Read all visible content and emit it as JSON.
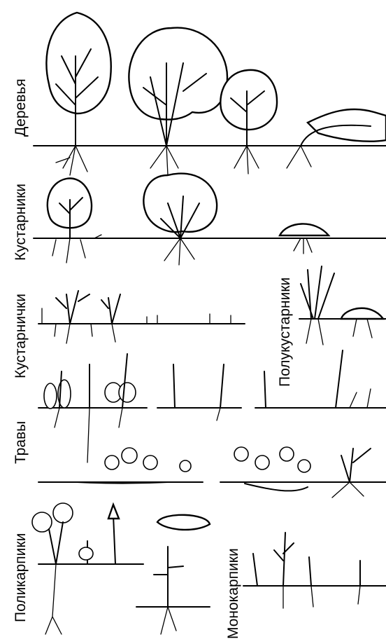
{
  "labels": {
    "trees": "Деревья",
    "shrubs": "Кустарники",
    "dwarf_shrubs": "Кустарнички",
    "subshrubs": "Полукустарники",
    "herbs": "Травы",
    "polycarpics": "Поликарпики",
    "monocarpics": "Монокарпики"
  }
}
